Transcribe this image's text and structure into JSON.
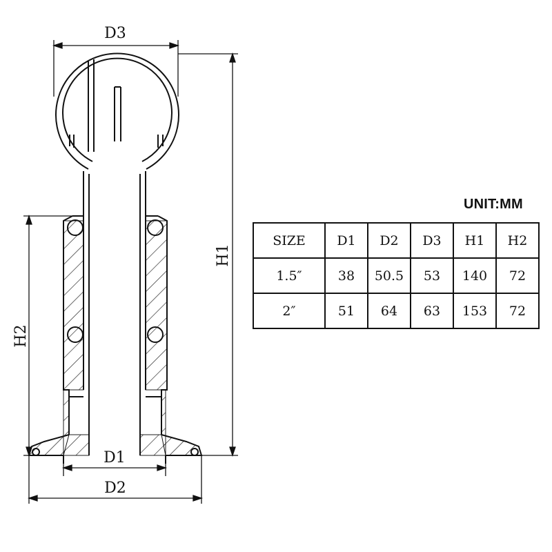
{
  "dimension_labels": {
    "d3": "D3",
    "h1": "H1",
    "h2": "H2",
    "d1": "D1",
    "d2": "D2"
  },
  "unit_label": "UNIT:MM",
  "table": {
    "headers": [
      "SIZE",
      "D1",
      "D2",
      "D3",
      "H1",
      "H2"
    ],
    "rows": [
      [
        "1.5″",
        "38",
        "50.5",
        "53",
        "140",
        "72"
      ],
      [
        "2″",
        "51",
        "64",
        "63",
        "153",
        "72"
      ]
    ]
  }
}
